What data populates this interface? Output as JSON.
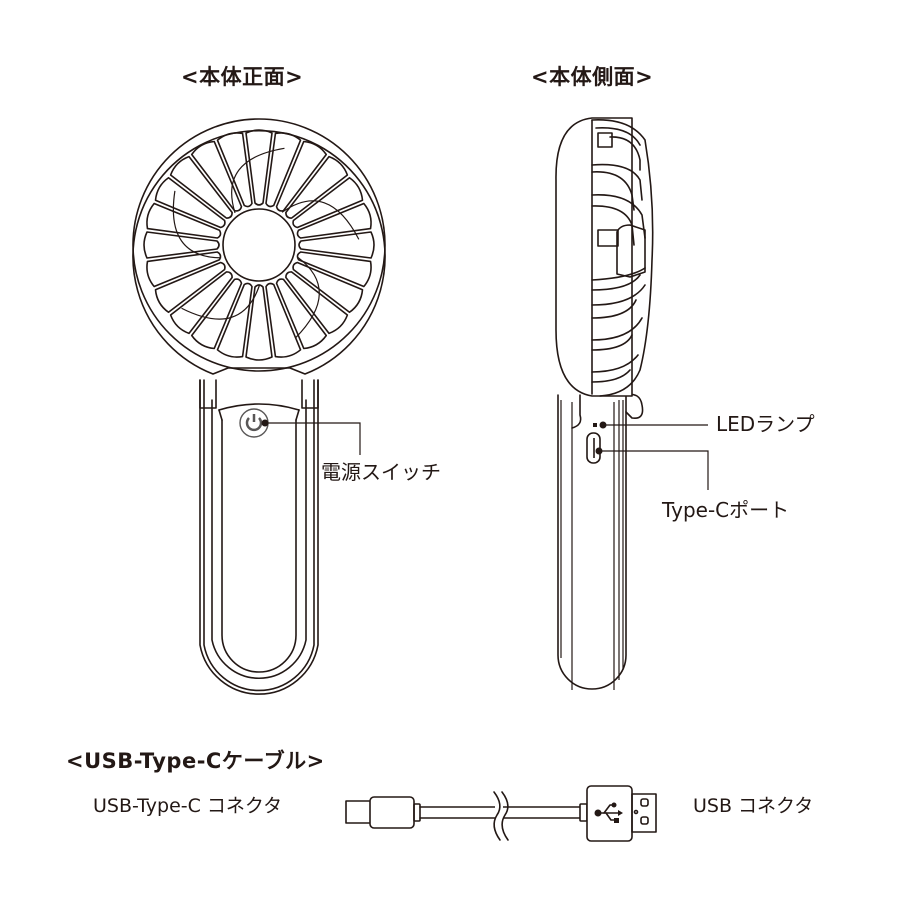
{
  "headings": {
    "front_view": "<本体正面>",
    "side_view": "<本体側面>",
    "cable_section": "<USB-Type-Cケーブル>"
  },
  "callouts": {
    "power_switch": "電源スイッチ",
    "led_lamp": "LEDランプ",
    "type_c_port": "Type-Cポート"
  },
  "cable": {
    "left_label": "USB-Type-C  コネクタ",
    "right_label": "USB コネクタ"
  },
  "icons": {
    "power": "power-symbol",
    "usb": "usb-trident-symbol"
  },
  "colors": {
    "line": "#231815",
    "background": "#ffffff",
    "power_icon": "#595757"
  }
}
